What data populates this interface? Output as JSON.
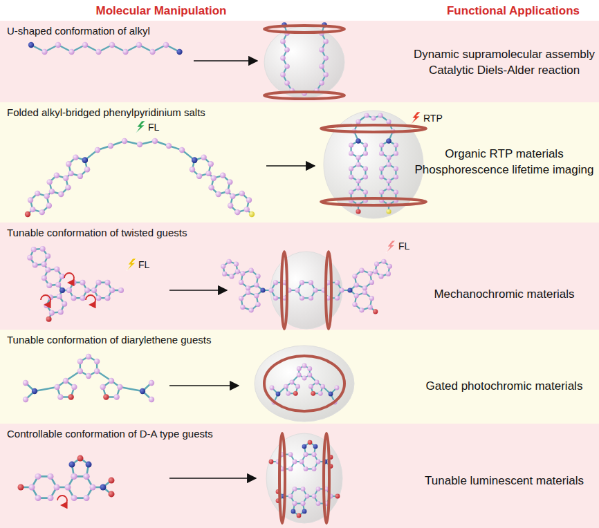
{
  "diagram": {
    "nodes": [
      {
        "text": [
          "U-shaped conformation of alkyl",
          "Dynamic supramolecular assembly",
          "Catalytic Diels-Alder reaction"
        ]
      },
      {
        "text": [
          "Folded alkyl-bridged phenylpyridinium salts",
          "Organic RTP materials",
          "Phosphorescence lifetime imaging"
        ]
      },
      {
        "text": [
          "Tunable conformation of twisted guests",
          "Mechanochromic materials"
        ]
      },
      {
        "text": [
          "Tunable conformation of diarylethene guests",
          "Gated photochromic materials"
        ]
      },
      {
        "text": [
          "Controllable conformation of D-A type guests",
          "Tunable luminescent materials"
        ]
      }
    ],
    "labels": [
      "Molecular Manipulation",
      "Functional Applications",
      "FL",
      "RTP",
      "FL",
      "FL"
    ]
  }
}
